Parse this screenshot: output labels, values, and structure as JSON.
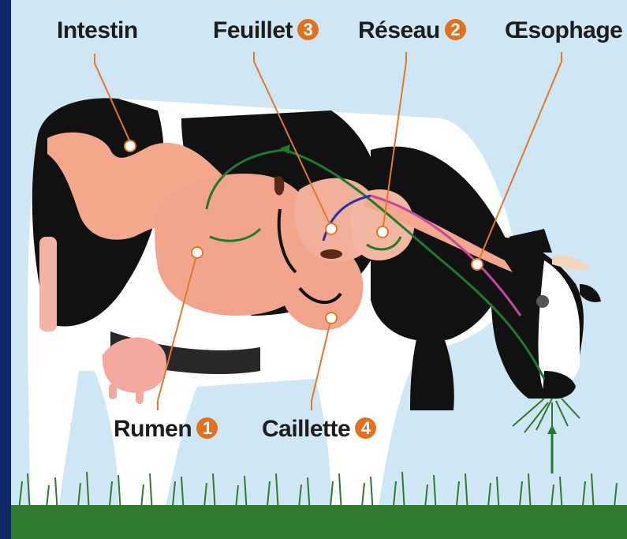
{
  "colors": {
    "background_frame": "#0f2a6b",
    "sky": "#cfe6f4",
    "organ_fill": "#f3a88e",
    "leader_line": "#e07a2a",
    "badge": "#e2711d",
    "flow_green": "#1f7a2e",
    "flow_blue": "#2c2fa8",
    "flow_pink": "#c04aa0",
    "grass": "#2f7a2f"
  },
  "labels": {
    "intestin": "Intestin",
    "feuillet": "Feuillet",
    "feuillet_num": "3",
    "reseau": "Réseau",
    "reseau_num": "2",
    "oesophage": "Œsophage",
    "rumen": "Rumen",
    "rumen_num": "1",
    "caillette": "Caillette",
    "caillette_num": "4"
  }
}
